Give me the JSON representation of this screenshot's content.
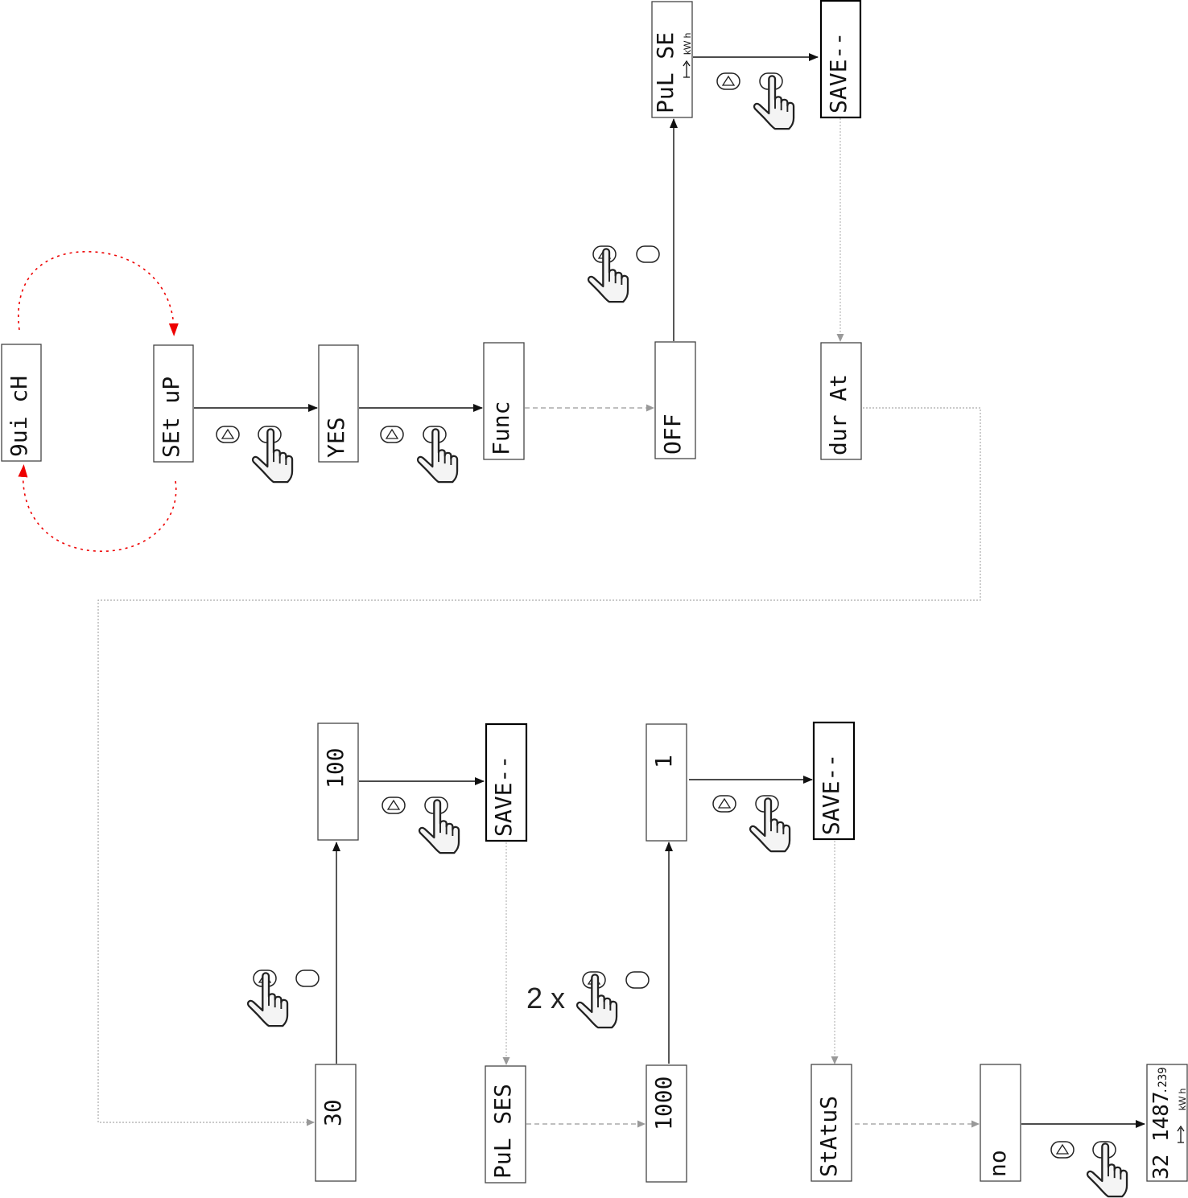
{
  "displays": {
    "quick": "9ui cH",
    "setup": "SEt uP",
    "yes": "YES",
    "func": "Func",
    "off": "OFF",
    "durat": "dur At",
    "pulse": "PuL SE",
    "pulse_unit": "kW h",
    "save": "SAVE--",
    "v100": "100",
    "v1": "1",
    "v30": "30",
    "pulses": "PuL SES",
    "v1000": "1000",
    "status": "StAtuS",
    "no": "no",
    "final_main": "32 1487",
    "final_decimal": ".239",
    "final_unit": "kW h"
  },
  "labels": {
    "repeat": "2 x"
  },
  "icons": {
    "up_button": "up-triangle-button",
    "enter_button": "blank-button",
    "press": "pointing-hand-icon"
  },
  "colors": {
    "loop": "#e00000",
    "solid_arrow": "#111111",
    "dashed_arrow": "#999999"
  }
}
